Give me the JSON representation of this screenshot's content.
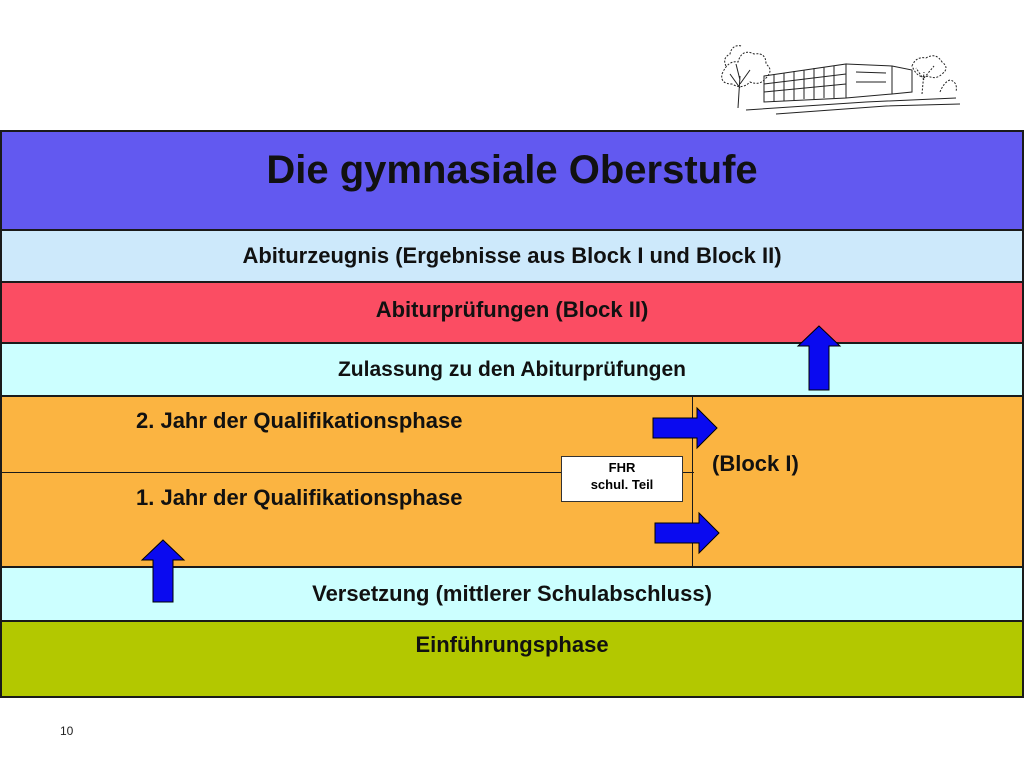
{
  "title": "Die gymnasiale Oberstufe",
  "rows": {
    "abiturzeugnis": "Abiturzeugnis (Ergebnisse aus Block I und Block II)",
    "abiturpruefungen": "Abiturprüfungen (Block II)",
    "zulassung": "Zulassung zu den Abiturprüfungen",
    "qual_year2": "2. Jahr der Qualifikationsphase",
    "qual_year1": "1. Jahr der Qualifikationsphase",
    "block1": "(Block I)",
    "versetzung": "Versetzung (mittlerer Schulabschluss)",
    "einfuehrung": "Einführungsphase"
  },
  "fhr_box": {
    "line1": "FHR",
    "line2": "schul. Teil"
  },
  "slide_number": "10",
  "colors": {
    "title_band": "#6259f0",
    "light_blue": "#cde9fb",
    "cyan_light": "#ccffff",
    "red": "#fb4d63",
    "orange": "#fbb441",
    "olive": "#b3c800",
    "arrow": "#0a0af0"
  },
  "icons": [
    "school-building-sketch",
    "arrow-up-icon",
    "arrow-right-icon"
  ]
}
